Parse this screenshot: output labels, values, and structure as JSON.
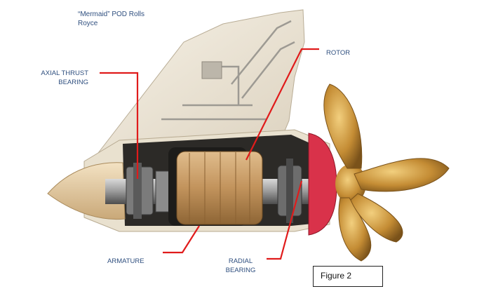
{
  "caption": {
    "line1": "“Mermaid” POD Rolls",
    "line2": "Royce"
  },
  "labels": {
    "axial_line1": "AXIAL THRUST",
    "axial_line2": "BEARING",
    "rotor": "ROTOR",
    "armature": "ARMATURE",
    "radial_line1": "RADIAL",
    "radial_line2": "BEARING"
  },
  "figure_label": "Figure 2",
  "colors": {
    "label_text": "#2f4f7f",
    "leader_lines": "#e01b1b",
    "housing": "#efe7d6",
    "rotor": "#c79a63",
    "propeller": "#c9943e",
    "seal_ring": "#d9324a"
  }
}
